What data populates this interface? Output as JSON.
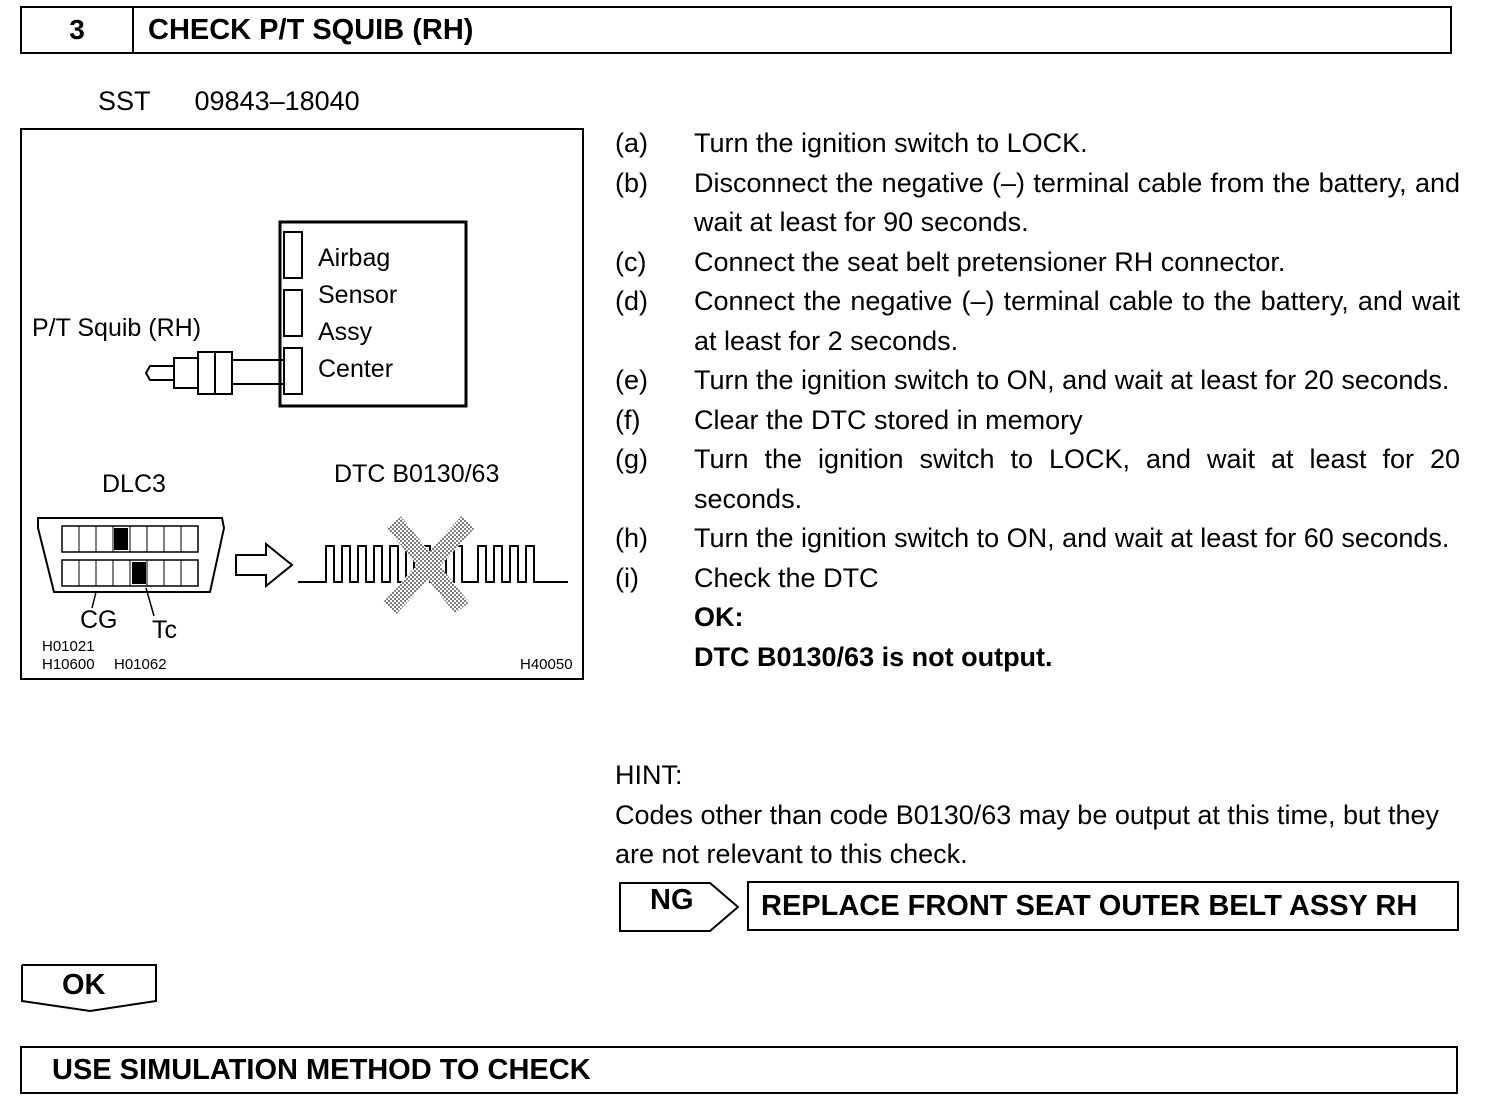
{
  "header": {
    "step_number": "3",
    "title": "CHECK P/T SQUIB (RH)"
  },
  "sst": {
    "label": "SST",
    "code": "09843–18040"
  },
  "figure": {
    "ecu_lines": [
      "Airbag",
      "Sensor",
      "Assy",
      "Center"
    ],
    "squib_label": "P/T Squib (RH)",
    "dlc_label": "DLC3",
    "dtc_label": "DTC B0130/63",
    "cg_label": "CG",
    "tc_label": "Tc",
    "ref_codes": [
      "H01021",
      "H10600",
      "H01062"
    ],
    "figure_code": "H40050"
  },
  "steps": [
    {
      "letter": "(a)",
      "text": "Turn the ignition switch to LOCK."
    },
    {
      "letter": "(b)",
      "text": "Disconnect the negative (–) terminal cable from the battery, and wait at least for 90 seconds."
    },
    {
      "letter": "(c)",
      "text": "Connect the seat belt pretensioner RH connector."
    },
    {
      "letter": "(d)",
      "text": "Connect the negative (–) terminal cable to the battery, and wait at least for 2 seconds."
    },
    {
      "letter": "(e)",
      "text": "Turn the ignition switch to ON, and wait at least for 20 seconds."
    },
    {
      "letter": "(f)",
      "text": "Clear the DTC stored in memory"
    },
    {
      "letter": "(g)",
      "text": "Turn the ignition switch to LOCK, and wait at least for 20 seconds."
    },
    {
      "letter": "(h)",
      "text": "Turn the ignition switch to ON, and wait at least for 60 seconds."
    },
    {
      "letter": "(i)",
      "text": "Check the DTC"
    }
  ],
  "ok_result": {
    "label": "OK:",
    "text": "DTC B0130/63 is not output."
  },
  "hint": {
    "label": "HINT:",
    "text": "Codes other than code B0130/63 may be output at this time, but they are not relevant to this check."
  },
  "ng": {
    "label": "NG",
    "action": "REPLACE FRONT SEAT OUTER BELT ASSY RH"
  },
  "ok": {
    "label": "OK"
  },
  "final": {
    "text": "USE SIMULATION METHOD TO CHECK"
  }
}
